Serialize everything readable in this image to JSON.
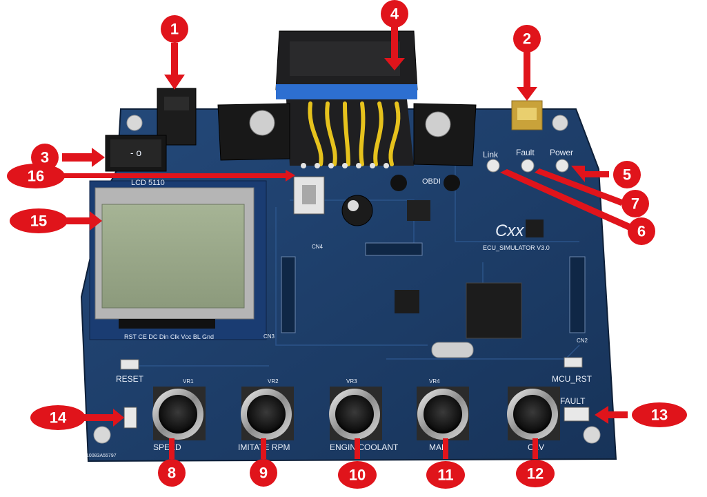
{
  "colors": {
    "pcb": "#1d3b66",
    "pcb_dark": "#132a4b",
    "callout": "#e0141b",
    "lcd": "#9aa88a",
    "connector": "#1f1f21",
    "connector_band": "#2d6fd1",
    "wire": "#e6c21d",
    "knob": "#1a1a1a",
    "knob_ring": "#c8c8c8"
  },
  "callouts": [
    {
      "n": "1"
    },
    {
      "n": "2"
    },
    {
      "n": "3"
    },
    {
      "n": "4"
    },
    {
      "n": "5"
    },
    {
      "n": "6"
    },
    {
      "n": "7"
    },
    {
      "n": "8"
    },
    {
      "n": "9"
    },
    {
      "n": "10"
    },
    {
      "n": "11"
    },
    {
      "n": "12"
    },
    {
      "n": "13"
    },
    {
      "n": "14"
    },
    {
      "n": "15"
    },
    {
      "n": "16"
    }
  ],
  "silkscreen": {
    "link": "Link",
    "fault_led": "Fault",
    "power": "Power",
    "lcd": "LCD 5110",
    "lcd_pins": "RST CE DC Din Clk Vcc BL Gnd",
    "obd": "OBDI",
    "ecu": "ECU_SIMULATOR V3.0",
    "reset": "RESET",
    "mcu_rst": "MCU_RST",
    "fault_btn": "FAULT",
    "speed": "SPEED",
    "rpm": "IMITATE RPM",
    "engine": "ENGIN COOLANT",
    "maf": "MAF",
    "o1v": "O1V",
    "vr1": "VR1",
    "vr2": "VR2",
    "vr3": "VR3",
    "vr4": "VR4",
    "cn2": "CN2",
    "cn3": "CN3",
    "cn4": "CN4",
    "logo": "Cxx",
    "serial": "10083A55797"
  },
  "icons": {
    "knobs": [
      "speed-knob",
      "rpm-knob",
      "coolant-knob",
      "maf-knob",
      "o1v-knob"
    ],
    "connector": "obd-connector-icon",
    "usb": "usb-port-icon"
  }
}
